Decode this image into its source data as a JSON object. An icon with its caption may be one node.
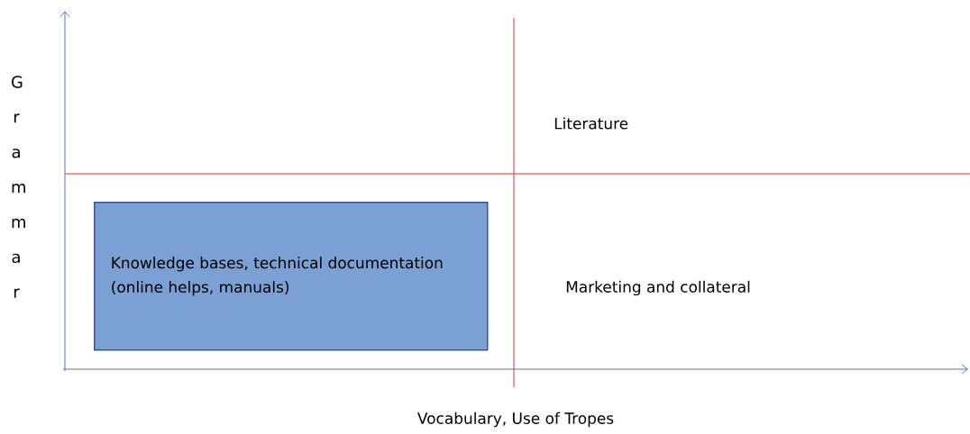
{
  "diagram": {
    "nodes": [
      {
        "text": [
          "Knowledge bases, technical documentation (online helps, manuals)"
        ]
      }
    ],
    "labels": [
      "Grammar",
      "Literature",
      "Marketing and collateral",
      "Vocabulary, Use of Tropes"
    ]
  }
}
